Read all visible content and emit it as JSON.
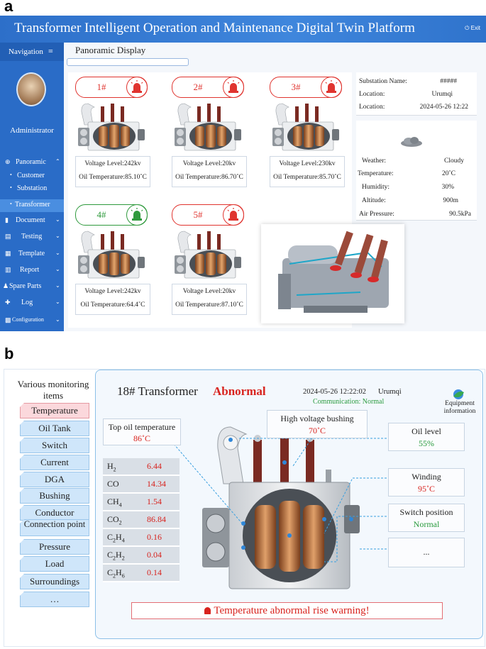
{
  "labels": {
    "a": "a",
    "b": "b"
  },
  "header": {
    "title": "Transformer Intelligent Operation and Maintenance Digital Twin Platform",
    "exit": "Exit"
  },
  "sidebar": {
    "nav_label": "Navigation",
    "user": "Administrator",
    "items": [
      {
        "label": "Panoramic",
        "icon": "globe-icon"
      },
      {
        "label": "Customer"
      },
      {
        "label": "Substation"
      },
      {
        "label": "Transformer"
      },
      {
        "label": "Document",
        "icon": "document-icon"
      },
      {
        "label": "Testing",
        "icon": "testing-icon"
      },
      {
        "label": "Template",
        "icon": "template-icon"
      },
      {
        "label": "Report",
        "icon": "chart-icon"
      },
      {
        "label": "Spare Parts",
        "icon": "spare-parts-icon"
      },
      {
        "label": "Log",
        "icon": "log-icon"
      },
      {
        "label": "Configuration",
        "icon": "configuration-icon"
      }
    ]
  },
  "panoramic": {
    "title": "Panoramic Display",
    "transformers": [
      {
        "id": "1#",
        "voltage": "Voltage Level:242kv",
        "oil": "Oil Temperature:85.10˚C",
        "status_color": "#e0342f"
      },
      {
        "id": "2#",
        "voltage": "Voltage Level:20kv",
        "oil": "Oil Temperature:86.70˚C",
        "status_color": "#e0342f"
      },
      {
        "id": "3#",
        "voltage": "Voltage Level:230kv",
        "oil": "Oil Temperature:85.70˚C",
        "status_color": "#e0342f"
      },
      {
        "id": "4#",
        "voltage": "Voltage Level:242kv",
        "oil": "Oil Temperature:64.4˚C",
        "status_color": "#2f9a3d"
      },
      {
        "id": "5#",
        "voltage": "Voltage Level:20kv",
        "oil": "Oil Temperature:87.10˚C",
        "status_color": "#e0342f"
      }
    ],
    "substation": {
      "name_label": "Substation Name:",
      "name": "#####",
      "location_label": "Location:",
      "location": "Urumqi",
      "time_label": "Location:",
      "time": "2024-05-26 12:22"
    },
    "weather": [
      {
        "k": "Weather:",
        "v": "Cloudy"
      },
      {
        "k": "Temperature:",
        "v": "20˚C"
      },
      {
        "k": "Humidity:",
        "v": "30%"
      },
      {
        "k": "Altitude:",
        "v": "900m"
      },
      {
        "k": "Air Pressure:",
        "v": "90.5kPa"
      }
    ]
  },
  "monitoring": {
    "title": "Various monitoring items",
    "items": [
      "Temperature",
      "Oil Tank",
      "Switch",
      "Current",
      "DGA",
      "Bushing",
      "Conductor",
      "Connection point",
      "Pressure",
      "Load",
      "Surroundings",
      "…"
    ]
  },
  "detail": {
    "title": "18# Transformer",
    "status": "Abnormal",
    "timestamp": "2024-05-26 12:22:02",
    "location": "Urumqi",
    "communication": "Communication: Normal",
    "equipment_info": "Equipment information",
    "top_oil": {
      "label": "Top oil temperature",
      "value": "86˚C"
    },
    "hv_bushing": {
      "label": "High voltage bushing",
      "value": "70˚C"
    },
    "oil_level": {
      "label": "Oil level",
      "value": "55%"
    },
    "winding": {
      "label": "Winding",
      "value": "95˚C"
    },
    "switch_position": {
      "label": "Switch position",
      "value": "Normal"
    },
    "more": "...",
    "gases": [
      {
        "name": "H",
        "sub": "2",
        "value": "6.44"
      },
      {
        "name": "CO",
        "sub": "",
        "value": "14.34"
      },
      {
        "name": "CH",
        "sub": "4",
        "value": "1.54"
      },
      {
        "name": "CO",
        "sub": "2",
        "value": "86.84"
      },
      {
        "name": "C",
        "sub": "2",
        "name2": "H",
        "sub2": "4",
        "value": "0.16"
      },
      {
        "name": "C",
        "sub": "2",
        "name2": "H",
        "sub2": "2",
        "value": "0.04"
      },
      {
        "name": "C",
        "sub": "2",
        "name2": "H",
        "sub2": "6",
        "value": "0.14"
      }
    ],
    "warning": "Temperature abnormal rise warning!"
  }
}
